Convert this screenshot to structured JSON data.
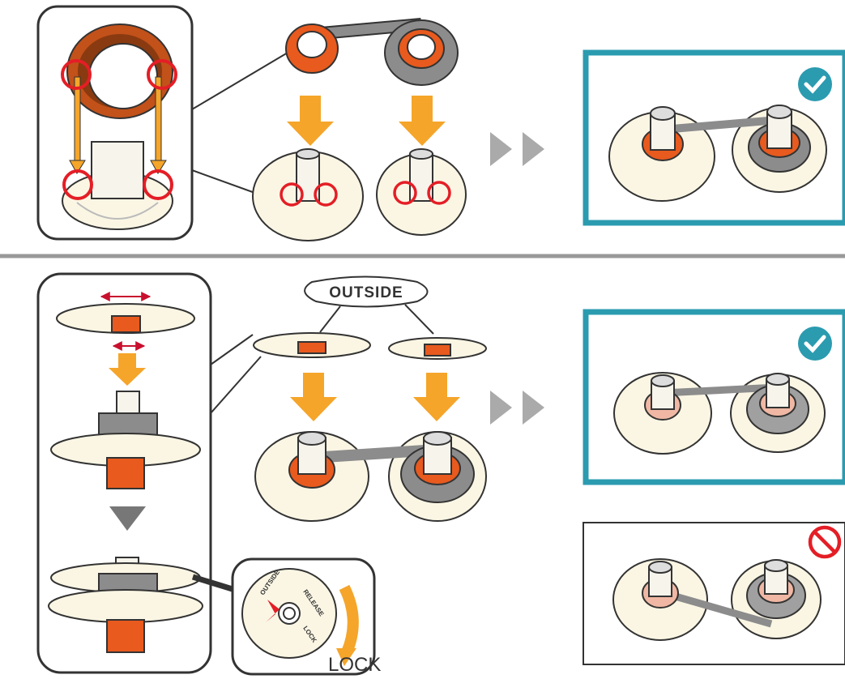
{
  "labels": {
    "outside_bubble": "OUTSIDE",
    "lock_arrow": "LOCK",
    "dial_outside": "OUTSIDE",
    "dial_release": "RELEASE",
    "dial_lock": "LOCK"
  },
  "status_icons": {
    "correct": "check-icon",
    "incorrect": "prohibited-icon"
  },
  "colors": {
    "accent_teal": "#2b9bb0",
    "arrow_orange": "#f5a52a",
    "core_orange": "#e85a1e",
    "highlight_red": "#e41e26",
    "spool_cream": "#fbf6e4",
    "ribbon_gray": "#8c8c8c",
    "divider_gray": "#999999"
  }
}
